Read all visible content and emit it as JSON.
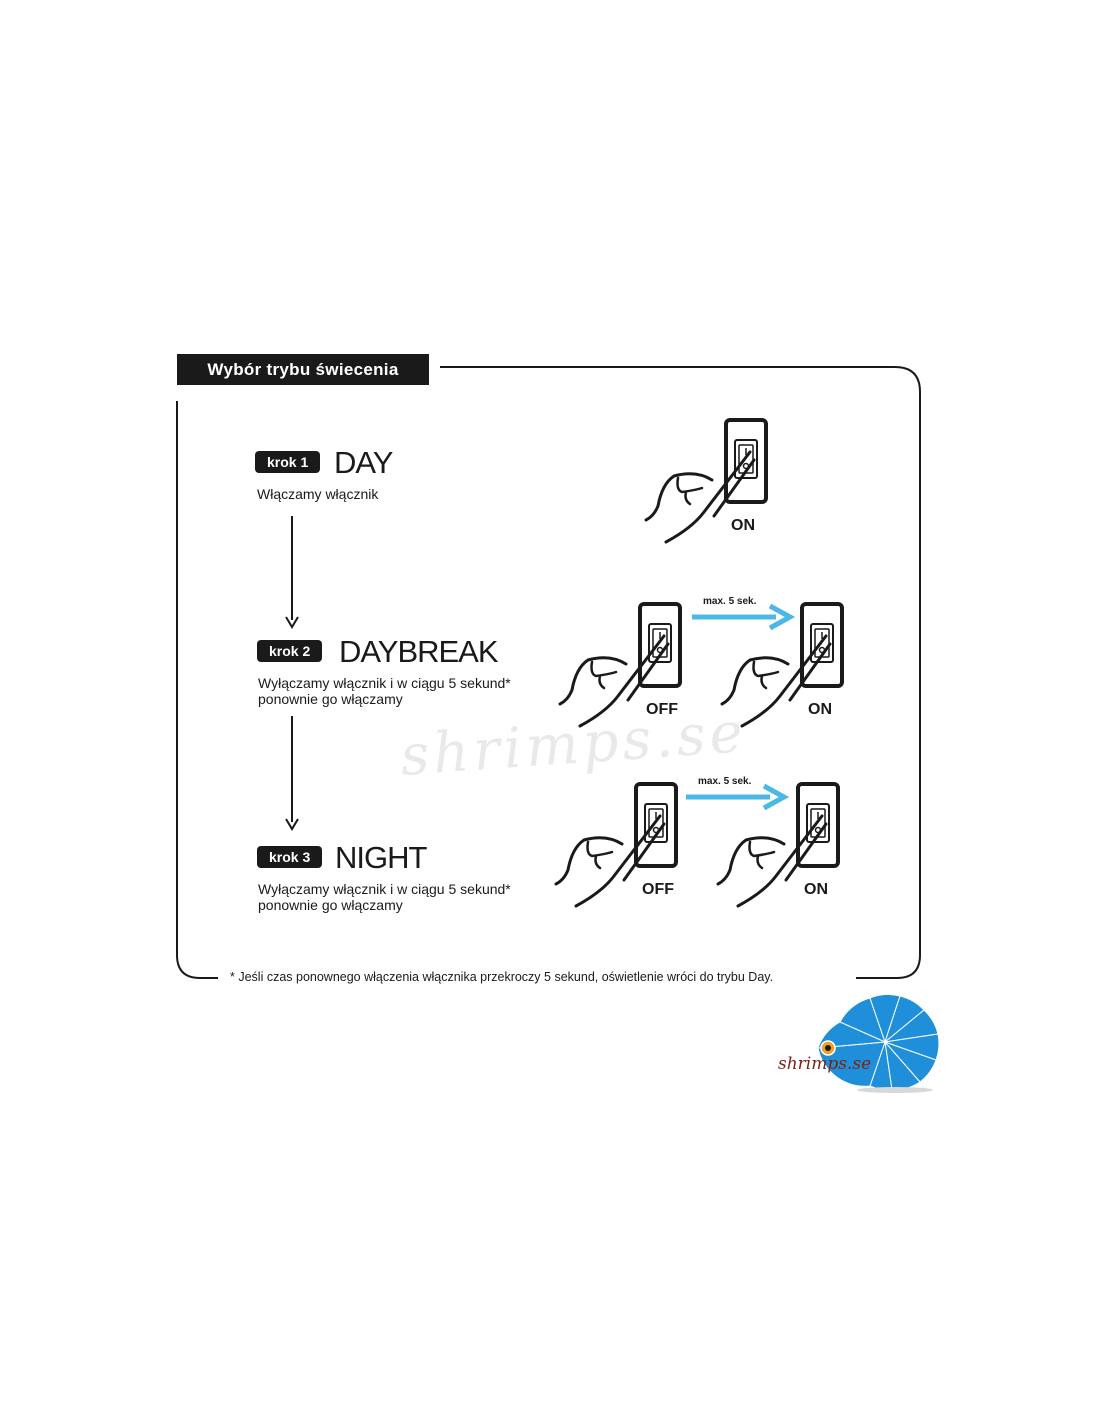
{
  "header": {
    "title": "Wybór trybu świecenia"
  },
  "steps": [
    {
      "badge": "krok 1",
      "mode": "DAY",
      "description_line1": "Włączamy włącznik",
      "description_line2": ""
    },
    {
      "badge": "krok 2",
      "mode": "DAYBREAK",
      "description_line1": "Wyłączamy włącznik i w ciągu 5 sekund*",
      "description_line2": "ponownie go włączamy"
    },
    {
      "badge": "krok 3",
      "mode": "NIGHT",
      "description_line1": "Wyłączamy włącznik i w ciągu 5 sekund*",
      "description_line2": "ponownie go włączamy"
    }
  ],
  "switch_labels": {
    "on": "ON",
    "off": "OFF"
  },
  "transition_label": "max. 5 sek.",
  "footnote": "* Jeśli czas ponownego włączenia włącznika przekroczy 5 sekund, oświetlenie wróci do trybu Day.",
  "watermark": "shrimps.se",
  "logo": {
    "text": "shrimps.se"
  },
  "colors": {
    "dark": "#1a1a1a",
    "arrow_blue": "#4bb8e6",
    "logo_blue": "#1e8fd8",
    "logo_text": "#7a2417"
  }
}
